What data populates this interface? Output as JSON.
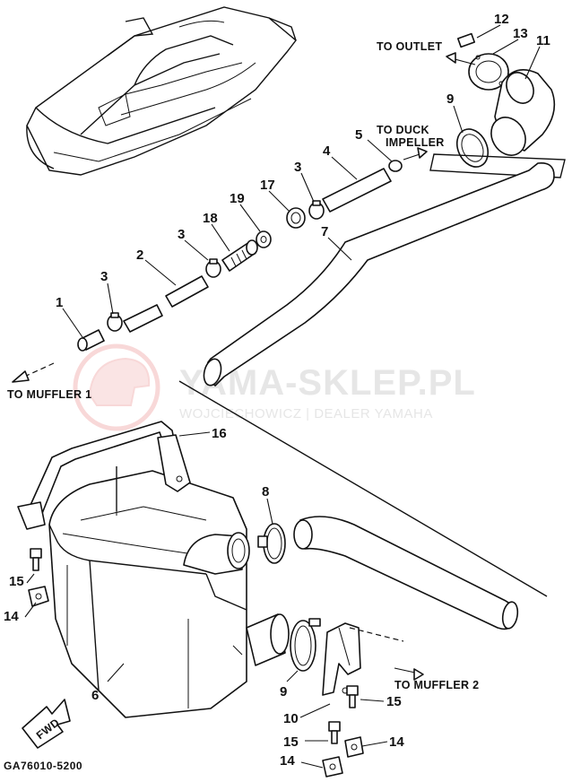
{
  "callouts": {
    "to_outlet": "TO OUTLET",
    "to_duck_1": "TO DUCK",
    "to_duck_2": "IMPELLER",
    "to_muffler_1": "TO MUFFLER 1",
    "to_muffler_2": "TO MUFFLER 2"
  },
  "watermark": {
    "main": "YAMA-SKLEP.PL",
    "sub": "WOJCIECHOWICZ | DEALER YAMAHA"
  },
  "fwd_label": "FWD",
  "diagram_code": "GA76010-5200",
  "part_numbers": {
    "p1": "1",
    "p2": "2",
    "p3a": "3",
    "p3b": "3",
    "p3c": "3",
    "p4": "4",
    "p5": "5",
    "p6": "6",
    "p7": "7",
    "p8": "8",
    "p9a": "9",
    "p9b": "9",
    "p10": "10",
    "p11": "11",
    "p12": "12",
    "p13": "13",
    "p14a": "14",
    "p14b": "14",
    "p14c": "14",
    "p15a": "15",
    "p15b": "15",
    "p15c": "15",
    "p16": "16",
    "p17": "17",
    "p18": "18",
    "p19": "19"
  },
  "icons": {
    "watermark_logo": "helmet-logo-icon",
    "fwd": "forward-arrow-icon"
  },
  "colors": {
    "ink": "#111111",
    "watermark": "#e6e6e6",
    "watermark_logo": "#f3b9b9"
  }
}
